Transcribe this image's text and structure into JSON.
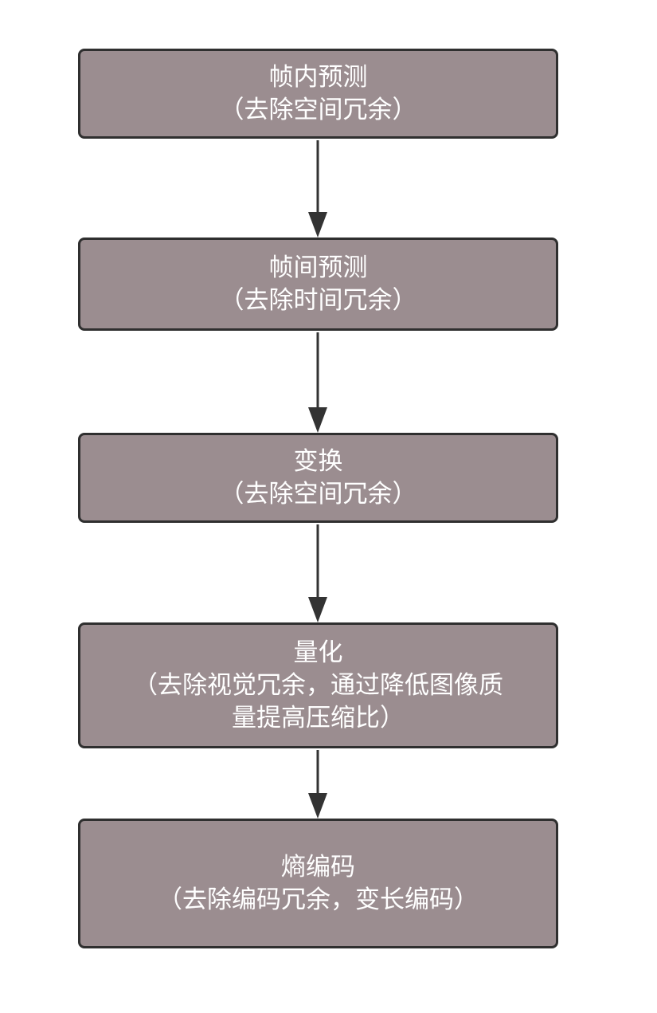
{
  "diagram": {
    "nodes": [
      {
        "id": "intra-prediction",
        "lines": [
          "帧内预测",
          "（去除空间冗余）"
        ]
      },
      {
        "id": "inter-prediction",
        "lines": [
          "帧间预测",
          "（去除时间冗余）"
        ]
      },
      {
        "id": "transform",
        "lines": [
          "变换",
          "（去除空间冗余）"
        ]
      },
      {
        "id": "quantization",
        "lines": [
          "量化",
          "（去除视觉冗余，通过降低图像质",
          "量提高压缩比）"
        ]
      },
      {
        "id": "entropy-coding",
        "lines": [
          "熵编码",
          "（去除编码冗余，变长编码）"
        ]
      }
    ],
    "edges": [
      {
        "from": "intra-prediction",
        "to": "inter-prediction"
      },
      {
        "from": "inter-prediction",
        "to": "transform"
      },
      {
        "from": "transform",
        "to": "quantization"
      },
      {
        "from": "quantization",
        "to": "entropy-coding"
      }
    ],
    "colors": {
      "node_fill": "#9b8d90",
      "node_border": "#2f2f2f",
      "node_text": "#ffffff",
      "edge": "#333333"
    }
  }
}
